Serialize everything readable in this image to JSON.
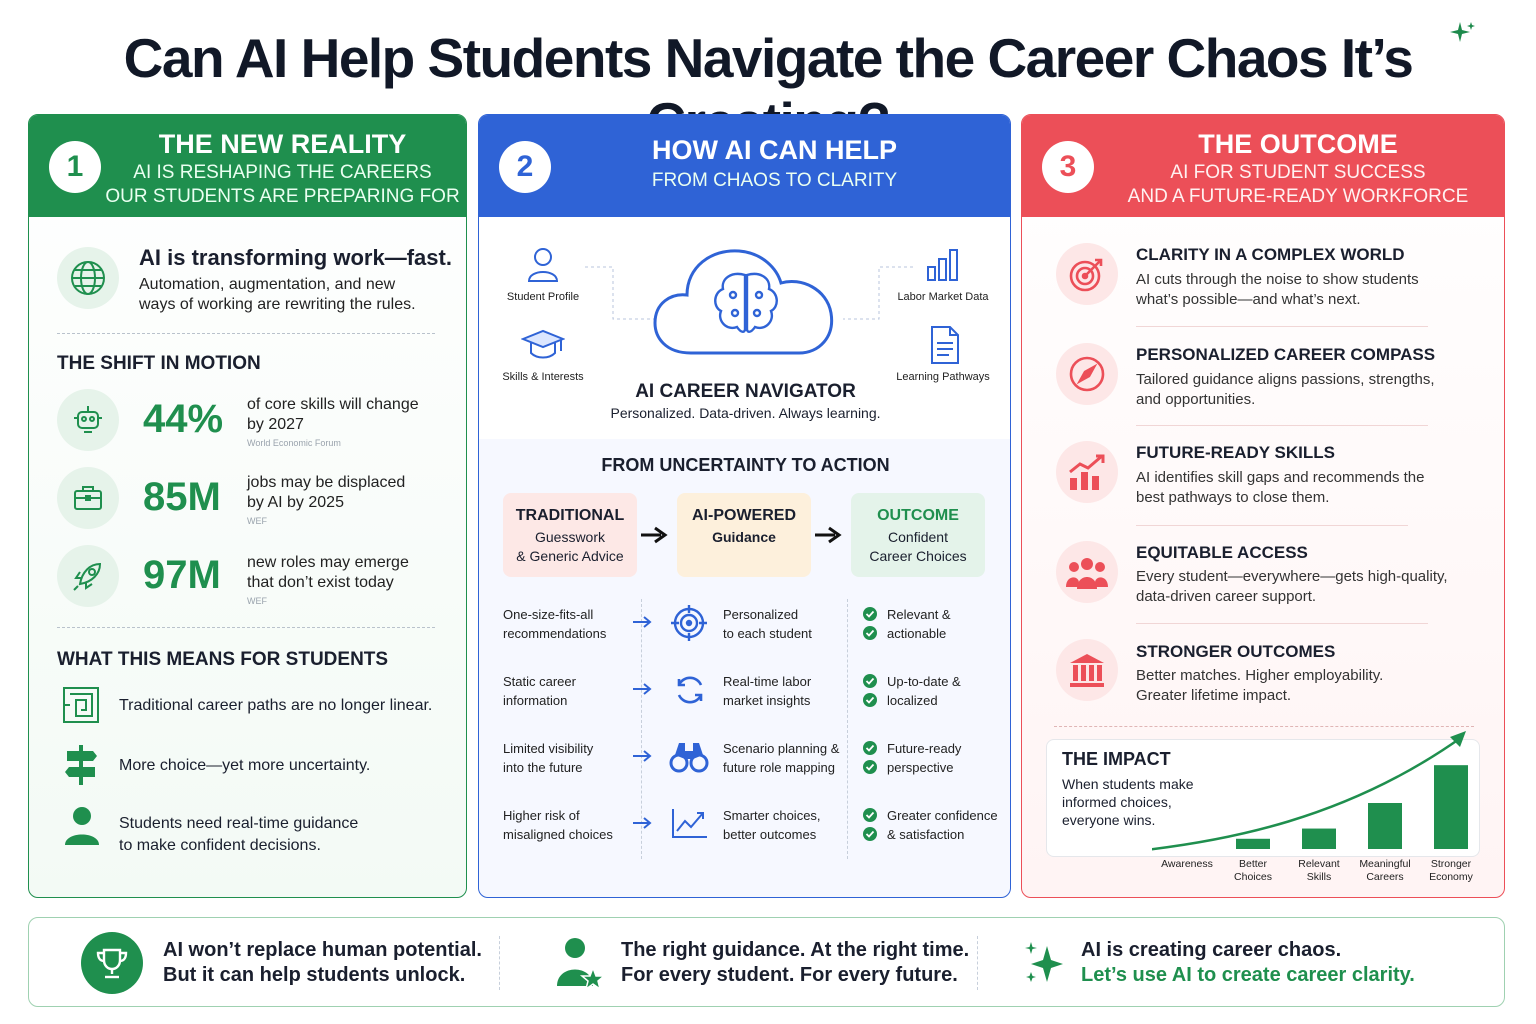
{
  "title": "Can AI Help Students Navigate the Career Chaos It’s Creating?",
  "colors": {
    "green": "#1f8f4e",
    "blue": "#2f63d6",
    "red": "#ec4f58"
  },
  "panel1": {
    "num": "1",
    "title": "THE NEW REALITY",
    "sub1": "AI IS RESHAPING THE CAREERS",
    "sub2": "OUR STUDENTS ARE PREPARING FOR",
    "intro_title": "AI is transforming work—fast.",
    "intro_text1": "Automation, augmentation, and new",
    "intro_text2": "ways of working are rewriting the rules.",
    "shift_heading": "THE SHIFT IN MOTION",
    "stats": [
      {
        "icon": "robot-icon",
        "value": "44%",
        "text1": "of core skills will change",
        "text2": "by 2027",
        "source": "World Economic Forum"
      },
      {
        "icon": "briefcase-icon",
        "value": "85M",
        "text1": "jobs may be displaced",
        "text2": "by AI by 2025",
        "source": "WEF"
      },
      {
        "icon": "rocket-icon",
        "value": "97M",
        "text1": "new roles may emerge",
        "text2": "that don’t exist today",
        "source": "WEF"
      }
    ],
    "means_heading": "WHAT THIS MEANS FOR STUDENTS",
    "means": [
      {
        "icon": "maze-icon",
        "text1": "Traditional career paths are no longer linear.",
        "text2": ""
      },
      {
        "icon": "signpost-icon",
        "text1": "More choice—yet more uncertainty.",
        "text2": ""
      },
      {
        "icon": "student-icon",
        "text1": "Students need real-time guidance",
        "text2": "to make confident decisions."
      }
    ]
  },
  "panel2": {
    "num": "2",
    "title": "HOW AI CAN HELP",
    "sub": "FROM CHAOS TO CLARITY",
    "inputs": {
      "profile": "Student Profile",
      "skills": "Skills & Interests",
      "labor": "Labor Market Data",
      "pathways": "Learning Pathways"
    },
    "navigator_title": "AI CAREER NAVIGATOR",
    "navigator_sub": "Personalized. Data-driven. Always learning.",
    "flow_heading": "FROM UNCERTAINTY TO ACTION",
    "flow": [
      {
        "title": "TRADITIONAL",
        "sub1": "Guesswork",
        "sub2": "& Generic Advice"
      },
      {
        "title": "AI-POWERED",
        "sub1": "Guidance",
        "sub2": ""
      },
      {
        "title": "OUTCOME",
        "sub1": "Confident",
        "sub2": "Career Choices"
      }
    ],
    "rows": [
      {
        "left1": "One-size-fits-all",
        "left2": "recommendations",
        "icon": "target-icon",
        "mid1": "Personalized",
        "mid2": "to each student",
        "right1": "Relevant &",
        "right2": "actionable"
      },
      {
        "left1": "Static career",
        "left2": "information",
        "icon": "refresh-icon",
        "mid1": "Real-time labor",
        "mid2": "market insights",
        "right1": "Up-to-date &",
        "right2": "localized"
      },
      {
        "left1": "Limited visibility",
        "left2": "into the future",
        "icon": "binoculars-icon",
        "mid1": "Scenario planning &",
        "mid2": "future role mapping",
        "right1": "Future-ready",
        "right2": "perspective"
      },
      {
        "left1": "Higher risk of",
        "left2": "misaligned choices",
        "icon": "trend-icon",
        "mid1": "Smarter choices,",
        "mid2": "better outcomes",
        "right1": "Greater confidence",
        "right2": "& satisfaction"
      }
    ]
  },
  "panel3": {
    "num": "3",
    "title": "THE OUTCOME",
    "sub1": "AI FOR STUDENT SUCCESS",
    "sub2": "AND A FUTURE-READY WORKFORCE",
    "items": [
      {
        "icon": "target-icon",
        "title": "CLARITY IN A COMPLEX WORLD",
        "text1": "AI cuts through the noise to show students",
        "text2": "what’s possible—and what’s next."
      },
      {
        "icon": "compass-icon",
        "title": "PERSONALIZED CAREER COMPASS",
        "text1": "Tailored guidance aligns passions, strengths,",
        "text2": "and opportunities."
      },
      {
        "icon": "growth-chart-icon",
        "title": "FUTURE-READY SKILLS",
        "text1": "AI identifies skill gaps and recommends the",
        "text2": "best pathways to close them."
      },
      {
        "icon": "group-icon",
        "title": "EQUITABLE ACCESS",
        "text1": "Every student—everywhere—gets high-quality,",
        "text2": "data-driven career support."
      },
      {
        "icon": "institution-icon",
        "title": "STRONGER OUTCOMES",
        "text1": "Better matches. Higher employability.",
        "text2": "Greater lifetime impact."
      }
    ],
    "impact_title": "THE IMPACT",
    "impact_text1": "When students make",
    "impact_text2": "informed choices,",
    "impact_text3": "everyone wins."
  },
  "chart_data": {
    "type": "bar",
    "categories": [
      "Awareness",
      "Better Choices",
      "Relevant Skills",
      "Meaningful Careers",
      "Stronger Economy"
    ],
    "values": [
      0,
      1,
      2,
      4.5,
      8.2
    ],
    "ylim": [
      0,
      9
    ],
    "title": "",
    "xlabel": "",
    "ylabel": ""
  },
  "footer": [
    {
      "icon": "trophy-icon",
      "line1": "AI won’t replace human potential.",
      "line2": "But it can help students unlock."
    },
    {
      "icon": "person-star-icon",
      "line1": "The right guidance. At the right time.",
      "line2": "For every student. For every future."
    },
    {
      "icon": "sparkle-icon",
      "line1": "AI is creating career chaos.",
      "line2": "Let’s use AI to create career clarity."
    }
  ]
}
